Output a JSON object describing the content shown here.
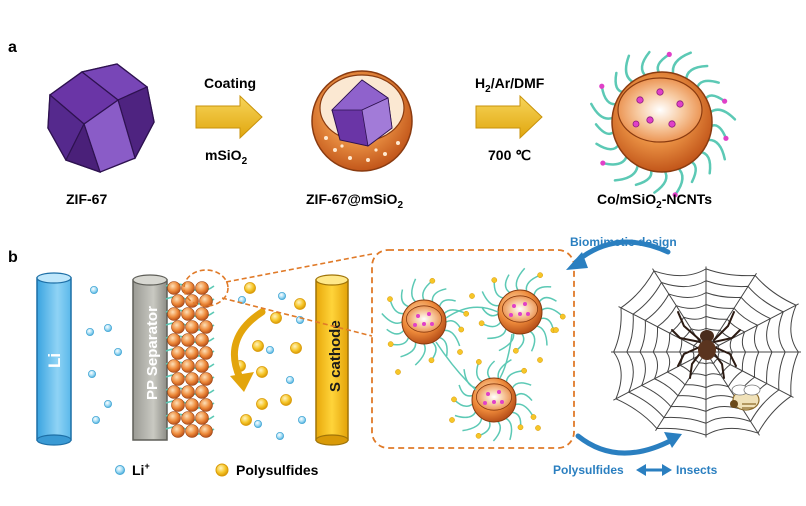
{
  "panel_a": {
    "label": "a",
    "step1": {
      "top": "Coating",
      "bottom_main": "mSiO",
      "bottom_sub": "2"
    },
    "step2": {
      "top_h": "H",
      "top_sub": "2",
      "top_rest": "/Ar/DMF",
      "bottom": "700 ℃"
    },
    "products": [
      {
        "main": "ZIF-67",
        "sub": "",
        "rest": ""
      },
      {
        "main": "ZIF-67@mSiO",
        "sub": "2",
        "rest": ""
      },
      {
        "main": "Co/mSiO",
        "sub": "2",
        "rest": "-NCNTs"
      }
    ]
  },
  "panel_b": {
    "label": "b",
    "anode": "Li",
    "separator": "PP Separator",
    "cathode": "S cathode",
    "biomimetic": "Biomimetic design",
    "analogy_left": "Polysulfides",
    "analogy_right": "Insects",
    "legend": [
      {
        "main": "Li",
        "sup": "+"
      },
      {
        "main": "Polysulfides",
        "sup": ""
      }
    ]
  },
  "colors": {
    "zif": "#6a35a6",
    "shell": "#e07a28",
    "tube": "#5cc9b5",
    "li_ion": "#7fc9ea",
    "polysulfide": "#f4c21f",
    "accent_blue": "#2a7fc0"
  }
}
